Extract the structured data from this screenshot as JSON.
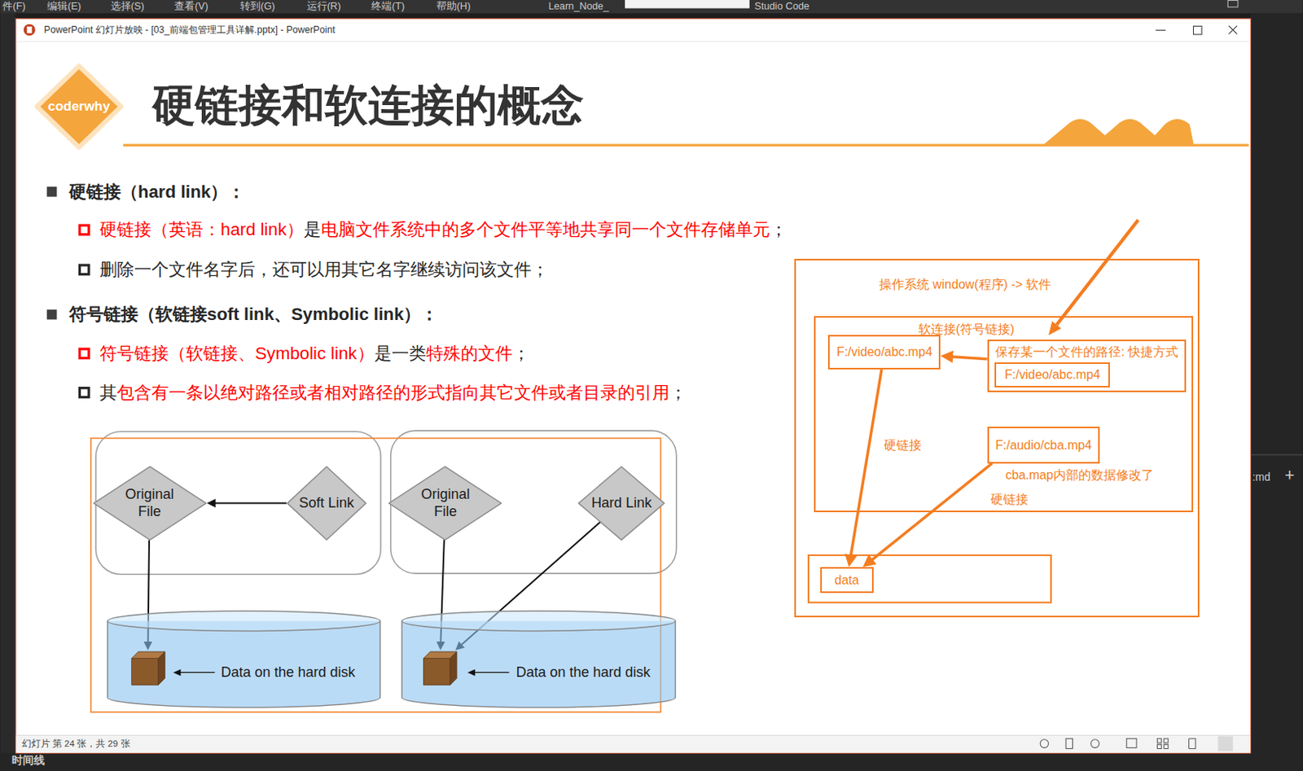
{
  "diagram": {
    "title": "硬链接和软连接的概念",
    "nodes": [
      {
        "text": [
          "coderwhy"
        ]
      },
      {
        "text": [
          "Original File"
        ]
      },
      {
        "text": [
          "Soft Link"
        ]
      },
      {
        "text": [
          "Data on the hard disk"
        ]
      },
      {
        "text": [
          "Original File"
        ]
      },
      {
        "text": [
          "Hard Link"
        ]
      },
      {
        "text": [
          "Data on the hard disk"
        ]
      },
      {
        "text": [
          "操作系统 window(程序) -> 软件"
        ]
      },
      {
        "text": [
          "软连接(符号链接)"
        ],
        "in": 7
      },
      {
        "text": [
          "F:/video/abc.mp4"
        ],
        "in": 8
      },
      {
        "text": [
          "保存某一个文件的路径: 快捷方式"
        ],
        "in": 8
      },
      {
        "text": [
          "F:/video/abc.mp4"
        ],
        "in": 10
      },
      {
        "text": [
          "F:/audio/cba.mp4"
        ],
        "in": 8
      },
      {
        "text": [
          "data"
        ],
        "in": 7
      }
    ],
    "edges": [
      {
        "from": 2,
        "to": 1,
        "arrow": "to"
      },
      {
        "from": 1,
        "to": 3,
        "arrow": "to"
      },
      {
        "from": 4,
        "to": 6,
        "arrow": "to"
      },
      {
        "from": 5,
        "to": 6,
        "arrow": "to"
      },
      {
        "from": 10,
        "to": 9,
        "arrow": "to"
      },
      {
        "from": 9,
        "to": 13,
        "label": "硬链接",
        "arrow": "to"
      },
      {
        "from": 12,
        "to": 13,
        "label": "硬链接",
        "arrow": "to"
      }
    ],
    "labels": [
      "件(F)",
      "编辑(E)",
      "选择(S)",
      "查看(V)",
      "转到(G)",
      "运行(R)",
      "终端(T)",
      "帮助(H)",
      "Learn_Node_",
      "Studio Code",
      "PowerPoint 幻灯片放映 - [03_前端包管理工具详解.pptx] - PowerPoint",
      "硬链接（hard link）：",
      "硬链接（英语：hard link）",
      "是",
      "电脑文件系统中的多个文件平等地共享同一个文件存储单元",
      "；",
      "删除一个文件名字后，还可以用其它名字继续访问该文件；",
      "符号链接（软链接soft link、Symbolic link）：",
      "符号链接（软链接、Symbolic link）",
      "是一类",
      "特殊的文件",
      "；",
      "其",
      "包含有一条以绝对路径或者相对路径的形式指向其它文件或者目录的引用",
      "；",
      "cba.map内部的数据修改了",
      "幻灯片 第 24 张，共 29 张",
      ":md",
      "+",
      "时间线"
    ]
  }
}
